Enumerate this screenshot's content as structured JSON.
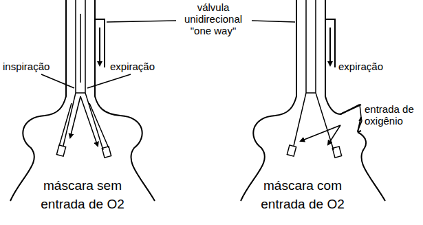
{
  "diagram": {
    "labels": [
      "válvula unidirecional \"one way\"",
      "inspiração",
      "expiração",
      "expiração",
      "entrada de oxigênio",
      "máscara sem entrada de O2",
      "máscara com entrada de O2"
    ]
  }
}
